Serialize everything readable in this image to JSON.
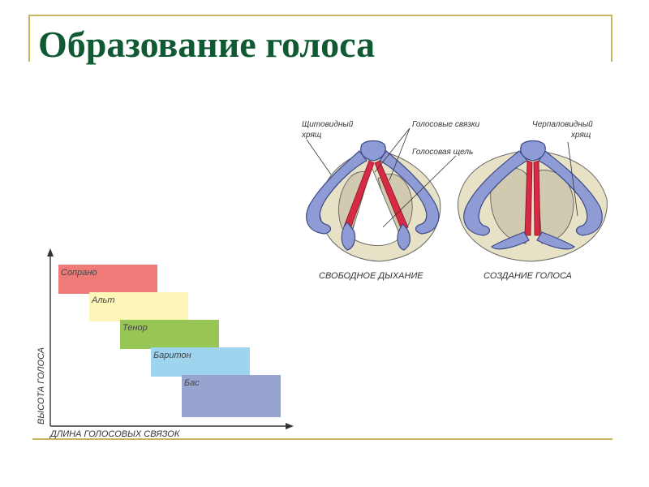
{
  "slide": {
    "title": "Образование голоса"
  },
  "larynx": {
    "labels": {
      "thyroid": [
        "Щитовидный",
        "хрящ"
      ],
      "vocal_cords": "Голосовые связки",
      "glottis": "Голосовая щель",
      "arytenoid": [
        "Черпаловидный",
        "хрящ"
      ]
    },
    "captions": {
      "breathing": "СВОБОДНОЕ ДЫХАНИЕ",
      "voice": "СОЗДАНИЕ ГОЛОСА"
    }
  },
  "chart_data": {
    "type": "diagram",
    "xlabel": "ДЛИНА ГОЛОСОВЫХ СВЯЗОК",
    "ylabel": "ВЫСОТА ГОЛОСА",
    "voices": [
      {
        "name": "Сопрано",
        "color": "#ef7b78"
      },
      {
        "name": "Альт",
        "color": "#fcf6b8"
      },
      {
        "name": "Тенор",
        "color": "#97c655"
      },
      {
        "name": "Баритон",
        "color": "#9fd4ef"
      },
      {
        "name": "Бас",
        "color": "#97a4cf"
      }
    ]
  },
  "colors": {
    "title": "#0f5a32",
    "frame": "#c8b560",
    "cartilage": "#8f9bd4",
    "cord": "#d62a45",
    "tissue": "#e7e2c6"
  }
}
